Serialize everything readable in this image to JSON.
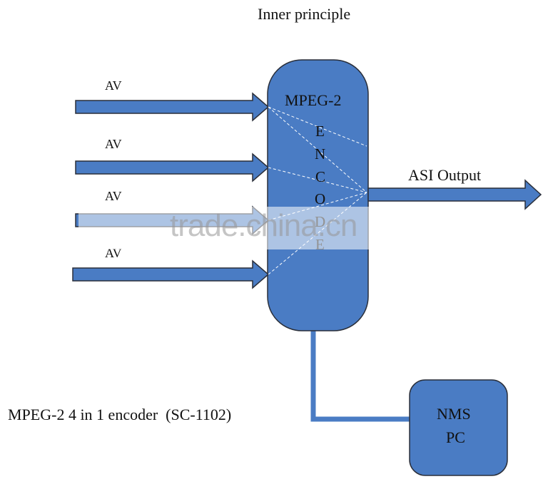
{
  "title": "Inner principle",
  "inputs": [
    {
      "label": "AV"
    },
    {
      "label": "AV"
    },
    {
      "label": "AV"
    },
    {
      "label": "AV"
    }
  ],
  "encoder": {
    "heading": "MPEG-2",
    "letters": [
      "E",
      "N",
      "C",
      "O",
      "D",
      "E"
    ]
  },
  "output_label": "ASI Output",
  "nms_line1": "NMS",
  "nms_line2": "PC",
  "caption": "MPEG-2 4 in 1 encoder  (SC-1102)",
  "watermark": "trade.china.cn",
  "colors": {
    "block_fill": "#4a7cc4",
    "block_stroke": "#2a2f3a",
    "dashed_line": "#ffffff"
  }
}
